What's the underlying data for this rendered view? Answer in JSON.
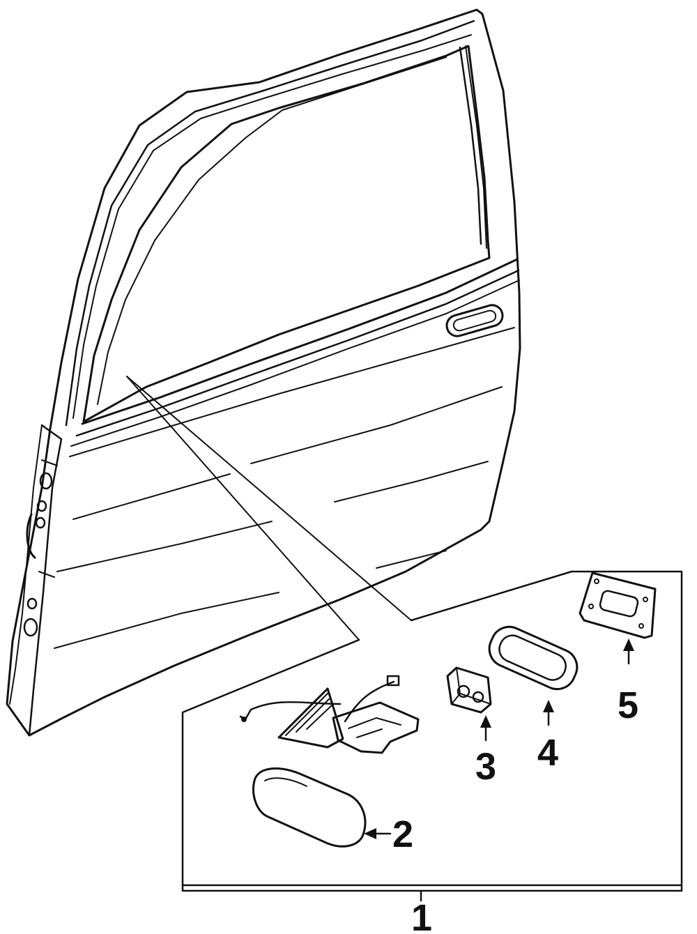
{
  "diagram": {
    "callouts": [
      {
        "id": "1",
        "label": "1"
      },
      {
        "id": "2",
        "label": "2"
      },
      {
        "id": "3",
        "label": "3"
      },
      {
        "id": "4",
        "label": "4"
      },
      {
        "id": "5",
        "label": "5"
      }
    ],
    "colors": {
      "line": "#111111",
      "background": "#ffffff"
    }
  }
}
